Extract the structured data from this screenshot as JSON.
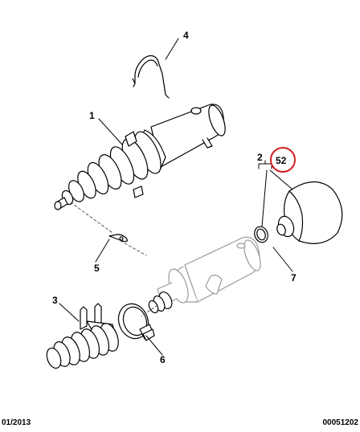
{
  "callouts": {
    "c1": "1",
    "c2": "2",
    "c3": "3",
    "c4": "4",
    "c5": "5",
    "c6": "6",
    "c7": "7",
    "c52": "52"
  },
  "footer": {
    "date": "01/2013",
    "reference": "00051202"
  },
  "colors": {
    "line": "#000000",
    "highlight": "#d21f1f"
  }
}
